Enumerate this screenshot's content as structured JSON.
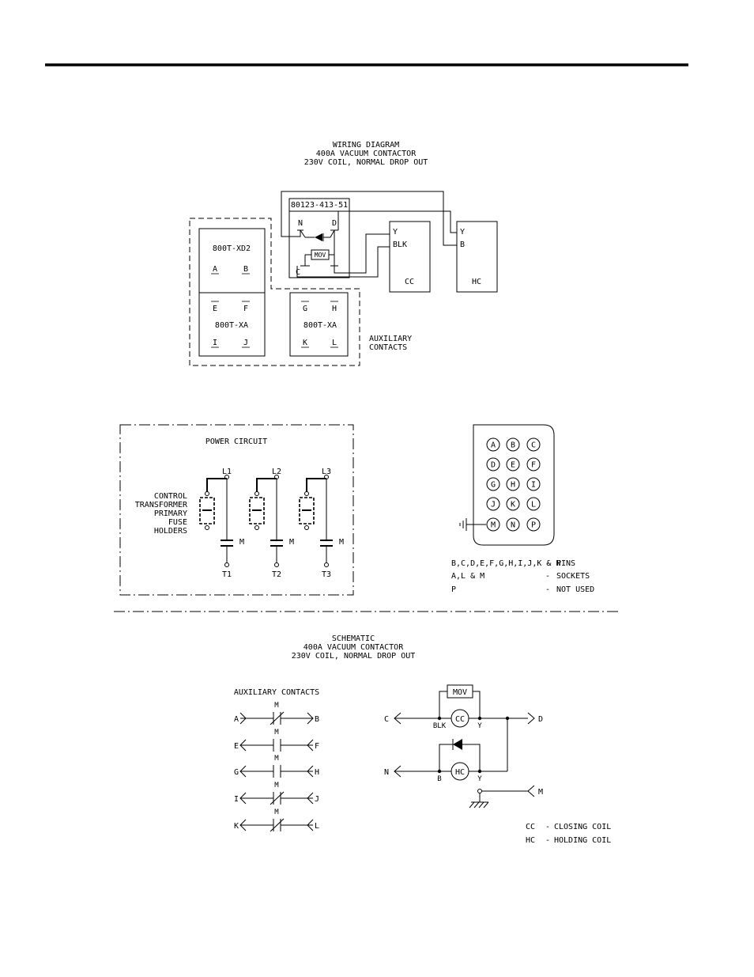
{
  "wiring_diagram": {
    "title_lines": [
      "WIRING DIAGRAM",
      "400A VACUUM CONTACTOR",
      "230V COIL, NORMAL DROP OUT"
    ],
    "module_part_number": "80123-413-51",
    "module_terminals": {
      "n": "N",
      "d": "D",
      "c": "C",
      "mov": "MOV"
    },
    "cc_box": {
      "y": "Y",
      "blk": "BLK",
      "name": "CC"
    },
    "hc_box": {
      "y": "Y",
      "b": "B",
      "name": "HC"
    },
    "left_block": {
      "top_type": "800T-XD2",
      "a": "A",
      "b": "B",
      "e": "E",
      "f": "F",
      "bottom_type": "800T-XA",
      "i": "I",
      "j": "J"
    },
    "right_block": {
      "g": "G",
      "h": "H",
      "type": "800T-XA",
      "k": "K",
      "l": "L"
    },
    "aux_label_lines": [
      "AUXILIARY",
      "CONTACTS"
    ]
  },
  "power_circuit": {
    "title": "POWER CIRCUIT",
    "fuse_label_lines": [
      "CONTROL",
      "TRANSFORMER",
      "PRIMARY",
      "FUSE",
      "HOLDERS"
    ],
    "phases": [
      {
        "line": "L1",
        "load": "T1",
        "contact": "M"
      },
      {
        "line": "L2",
        "load": "T2",
        "contact": "M"
      },
      {
        "line": "L3",
        "load": "T3",
        "contact": "M"
      }
    ]
  },
  "connector": {
    "pins": [
      "A",
      "B",
      "C",
      "D",
      "E",
      "F",
      "G",
      "H",
      "I",
      "J",
      "K",
      "L",
      "M",
      "N",
      "P"
    ],
    "legend": [
      {
        "items": "B,C,D,E,F,G,H,I,J,K & N",
        "dash": "-",
        "type": "PINS"
      },
      {
        "items": "A,L & M",
        "dash": "-",
        "type": "SOCKETS"
      },
      {
        "items": "P",
        "dash": "-",
        "type": "NOT USED"
      }
    ]
  },
  "schematic": {
    "title_lines": [
      "SCHEMATIC",
      "400A VACUUM CONTACTOR",
      "230V COIL, NORMAL DROP OUT"
    ],
    "aux_title": "AUXILIARY CONTACTS",
    "aux_rows": [
      {
        "from": "A",
        "to": "B",
        "contact": "M",
        "normally": "closed"
      },
      {
        "from": "E",
        "to": "F",
        "contact": "M",
        "normally": "open"
      },
      {
        "from": "G",
        "to": "H",
        "contact": "M",
        "normally": "open"
      },
      {
        "from": "I",
        "to": "J",
        "contact": "M",
        "normally": "closed"
      },
      {
        "from": "K",
        "to": "L",
        "contact": "M",
        "normally": "closed"
      }
    ],
    "coil_circuit": {
      "mov": "MOV",
      "cc": "CC",
      "hc": "HC",
      "c": "C",
      "d": "D",
      "n": "N",
      "m": "M",
      "blk": "BLK",
      "y_top": "Y",
      "b": "B",
      "y_bottom": "Y"
    },
    "legend": [
      {
        "code": "CC",
        "dash": "-",
        "meaning": "CLOSING COIL"
      },
      {
        "code": "HC",
        "dash": "-",
        "meaning": "HOLDING COIL"
      }
    ]
  }
}
